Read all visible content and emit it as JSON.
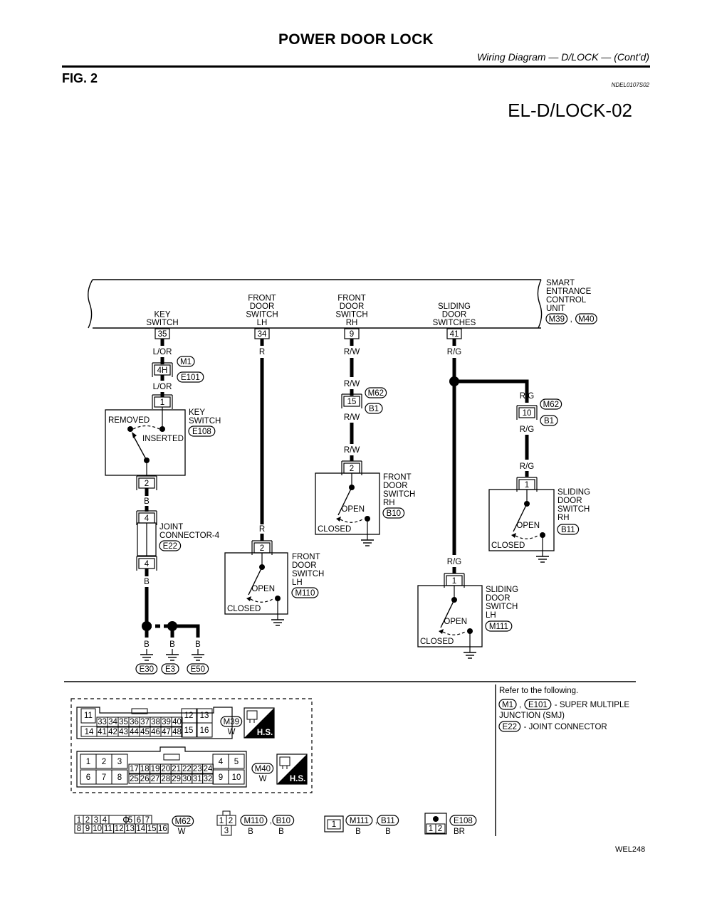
{
  "header": {
    "title": "POWER DOOR LOCK",
    "subtitle": "Wiring Diagram — D/LOCK — (Cont’d)",
    "fig": "FIG. 2",
    "code": "NDEL0107S02",
    "diagram_id": "EL-D/LOCK-02",
    "footer_code": "WEL248"
  },
  "control_unit": {
    "label_lines": [
      "SMART",
      "ENTRANCE",
      "CONTROL",
      "UNIT"
    ],
    "connectors": [
      "M39",
      "M40"
    ],
    "sep": ",",
    "pins": [
      {
        "num": "35",
        "lines": [
          "KEY",
          "SWITCH"
        ]
      },
      {
        "num": "34",
        "lines": [
          "FRONT",
          "DOOR",
          "SWITCH",
          "LH"
        ]
      },
      {
        "num": "9",
        "lines": [
          "FRONT",
          "DOOR",
          "SWITCH",
          "RH"
        ]
      },
      {
        "num": "41",
        "lines": [
          "SLIDING",
          "DOOR",
          "SWITCHES"
        ]
      }
    ]
  },
  "wires": {
    "lor": "L/OR",
    "r": "R",
    "rw": "R/W",
    "rg": "R/G",
    "b": "B"
  },
  "key_circuit": {
    "junction_pin": "4H",
    "junction_connectors": [
      "M1",
      "E101"
    ],
    "switch_pin1": "1",
    "switch_pin2": "2",
    "switch_lines": [
      "KEY",
      "SWITCH"
    ],
    "switch_connector": "E108",
    "removed": "REMOVED",
    "inserted": "INSERTED",
    "joint_pin_top": "4",
    "joint_pin_bottom": "4",
    "joint_lines": [
      "JOINT",
      "CONNECTOR-4"
    ],
    "joint_connector": "E22",
    "grounds": [
      "E30",
      "E3",
      "E50"
    ]
  },
  "switch_fl": {
    "pin": "2",
    "lines": [
      "FRONT",
      "DOOR",
      "SWITCH",
      "LH"
    ],
    "connector": "M110",
    "open": "OPEN",
    "closed": "CLOSED"
  },
  "switch_fr": {
    "pin": "2",
    "lines": [
      "FRONT",
      "DOOR",
      "SWITCH",
      "RH"
    ],
    "connector": "B10",
    "open": "OPEN",
    "closed": "CLOSED",
    "inline_pin": "15",
    "inline_connectors": [
      "M62",
      "B1"
    ]
  },
  "switch_sl": {
    "pin": "1",
    "lines": [
      "SLIDING",
      "DOOR",
      "SWITCH",
      "LH"
    ],
    "connector": "M111",
    "open": "OPEN",
    "closed": "CLOSED"
  },
  "switch_sr": {
    "pin": "1",
    "lines": [
      "SLIDING",
      "DOOR",
      "SWITCH",
      "RH"
    ],
    "connector": "B11",
    "open": "OPEN",
    "closed": "CLOSED",
    "inline_pin": "10",
    "inline_connectors": [
      "M62",
      "B1"
    ]
  },
  "refer": {
    "title": "Refer to the following.",
    "line1_connectors": [
      "M1",
      "E101"
    ],
    "line1_text_a": "- SUPER MULTIPLE",
    "line1_text_b": "JUNCTION (SMJ)",
    "line2_connector": "E22",
    "line2_text": "- JOINT CONNECTOR"
  },
  "views": {
    "m39": {
      "top_row": [
        "11",
        "12",
        "13"
      ],
      "mid_row": [
        "33",
        "34",
        "35",
        "36",
        "37",
        "38",
        "39",
        "40"
      ],
      "bottom_row": [
        "14",
        "41",
        "42",
        "43",
        "44",
        "45",
        "46",
        "47",
        "48",
        "15",
        "16"
      ],
      "connector": "M39",
      "color": "W",
      "hs": "H.S."
    },
    "m40": {
      "pins_a": [
        "1",
        "2",
        "3",
        "4",
        "5"
      ],
      "mid_row": [
        "17",
        "18",
        "19",
        "20",
        "21",
        "22",
        "23",
        "24"
      ],
      "bottom_row": [
        "6",
        "7",
        "8",
        "25",
        "26",
        "27",
        "28",
        "29",
        "30",
        "31",
        "32",
        "9",
        "10"
      ],
      "connector": "M40",
      "color": "W",
      "hs": "H.S."
    },
    "m62": {
      "top_row": [
        "1",
        "2",
        "3",
        "4",
        "5",
        "6",
        "7"
      ],
      "bottom_row": [
        "8",
        "9",
        "10",
        "11",
        "12",
        "13",
        "14",
        "15",
        "16"
      ],
      "connector": "M62",
      "color": "W"
    },
    "m110": {
      "pins": [
        "1",
        "2",
        "3"
      ],
      "connectors": [
        "M110",
        "B10"
      ],
      "colors": [
        "B",
        "B"
      ]
    },
    "m111": {
      "pins": [
        "1"
      ],
      "connectors": [
        "M111",
        "B11"
      ],
      "colors": [
        "B",
        "B"
      ]
    },
    "e108": {
      "pins": [
        "1",
        "2"
      ],
      "connector": "E108",
      "color": "BR"
    }
  }
}
